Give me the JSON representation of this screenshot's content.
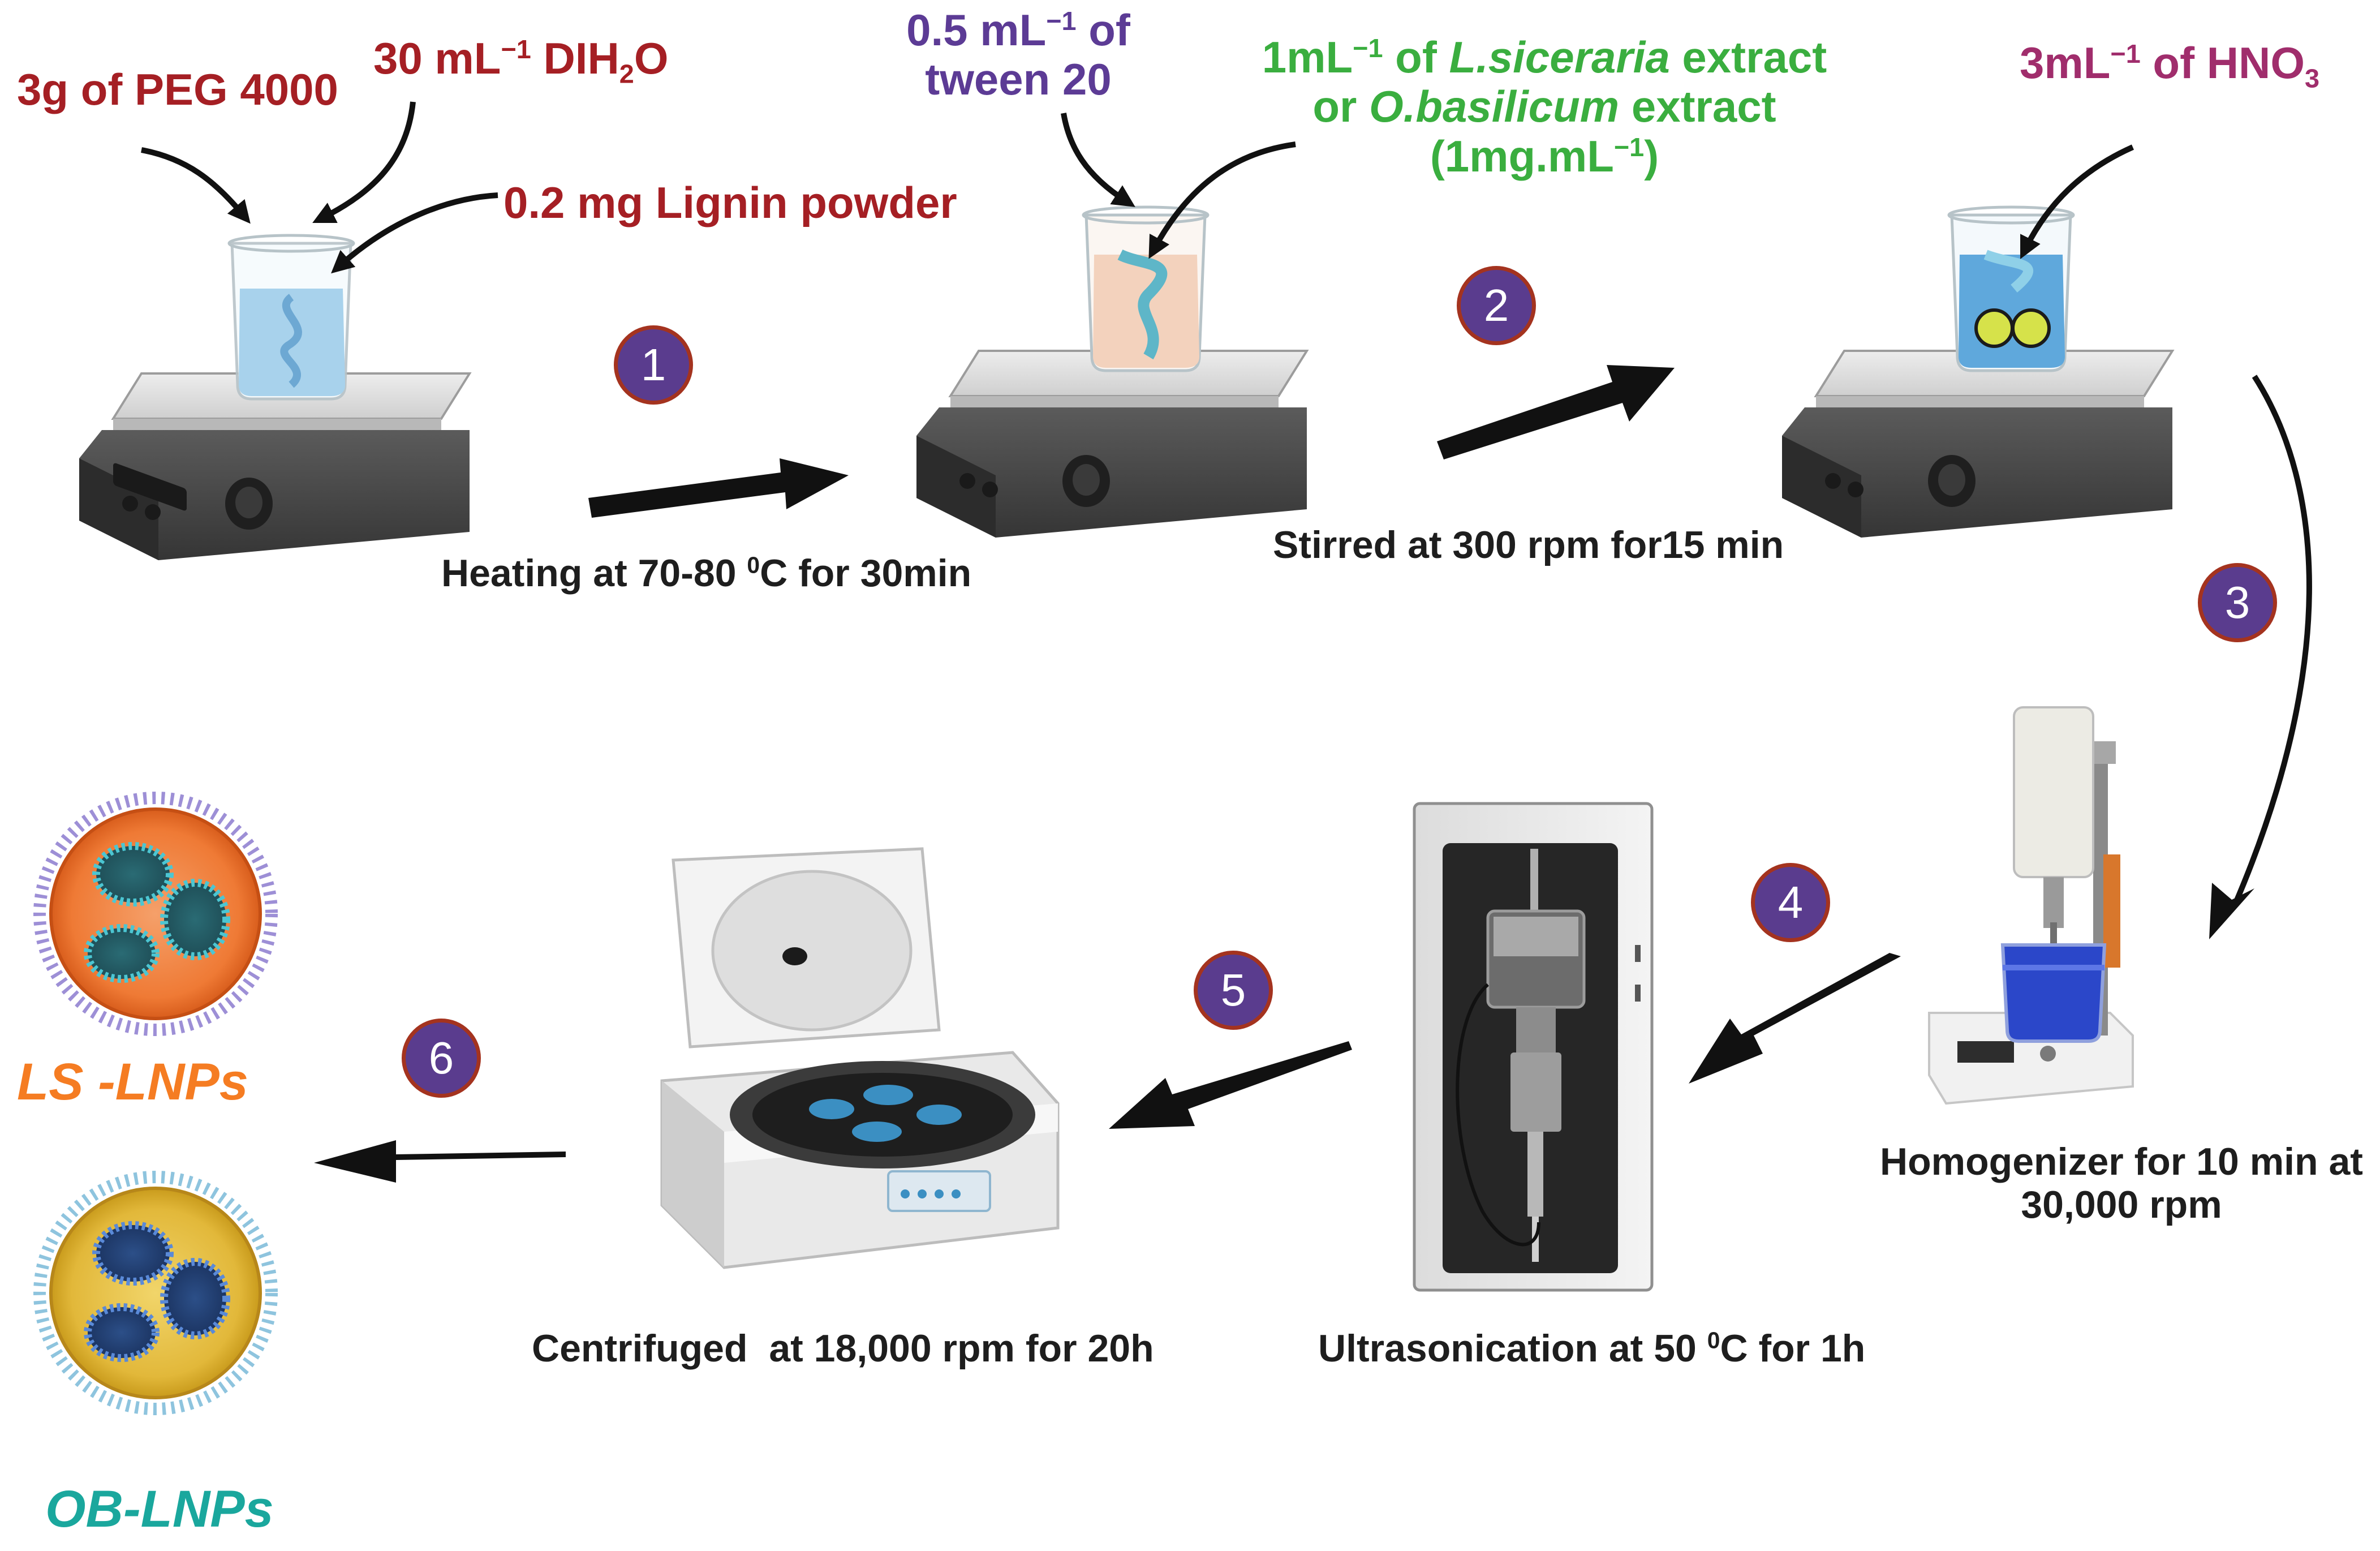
{
  "colors": {
    "red_text": "#a51f24",
    "purple_text": "#5c3b95",
    "green_text": "#3aae3f",
    "magenta_text": "#a02d6c",
    "step_fill": "#5a3c8e",
    "step_border": "#a4331f",
    "ls_product": "#f57c22",
    "ob_product": "#1aa79d",
    "arrow": "#111111"
  },
  "reagents": {
    "peg": "3g of PEG 4000",
    "water_pre": "30 mL",
    "water_sup": "−1",
    "water_post": " DIH",
    "water_sub": "2",
    "water_end": "O",
    "lignin": "0.2 mg Lignin powder",
    "tween_pre": "0.5 mL",
    "tween_sup": "−1",
    "tween_post": " of",
    "tween_line2": "tween 20",
    "extract_l1_pre": "1mL",
    "extract_l1_sup": "−1",
    "extract_l1_of": " of ",
    "extract_l1_species": "L.siceraria",
    "extract_l1_post": " extract",
    "extract_l2_pre": "or ",
    "extract_l2_species": "O.basilicum",
    "extract_l2_post": " extract",
    "extract_l3_pre": "(1mg.mL",
    "extract_l3_sup": "−1",
    "extract_l3_post": ")",
    "acid_pre": "3mL",
    "acid_sup": "−1",
    "acid_post": " of HNO",
    "acid_sub": "3"
  },
  "steps": [
    {
      "number": "1"
    },
    {
      "number": "2"
    },
    {
      "number": "3"
    },
    {
      "number": "4"
    },
    {
      "number": "5"
    },
    {
      "number": "6"
    }
  ],
  "conditions": {
    "heating_pre": "Heating at 70-80 ",
    "heating_sup": "0",
    "heating_post": "C for 30min",
    "stirred": "Stirred at 300 rpm for15 min",
    "homogenizer_line1": "Homogenizer for 10 min at",
    "homogenizer_line2": "30,000 rpm",
    "ultrasonication_pre": "Ultrasonication at 50 ",
    "ultrasonication_sup": "0",
    "ultrasonication_post": "C for 1h",
    "centrifuged": "Centrifuged  at 18,000 rpm for 20h"
  },
  "products": {
    "ls": "LS -LNPs",
    "ob": "OB-LNPs"
  },
  "icons": [
    "hot-plate-stirrer-icon",
    "beaker-icon",
    "homogenizer-icon",
    "ultrasonicator-icon",
    "centrifuge-icon",
    "nanoparticle-icon",
    "arrow-icon"
  ]
}
